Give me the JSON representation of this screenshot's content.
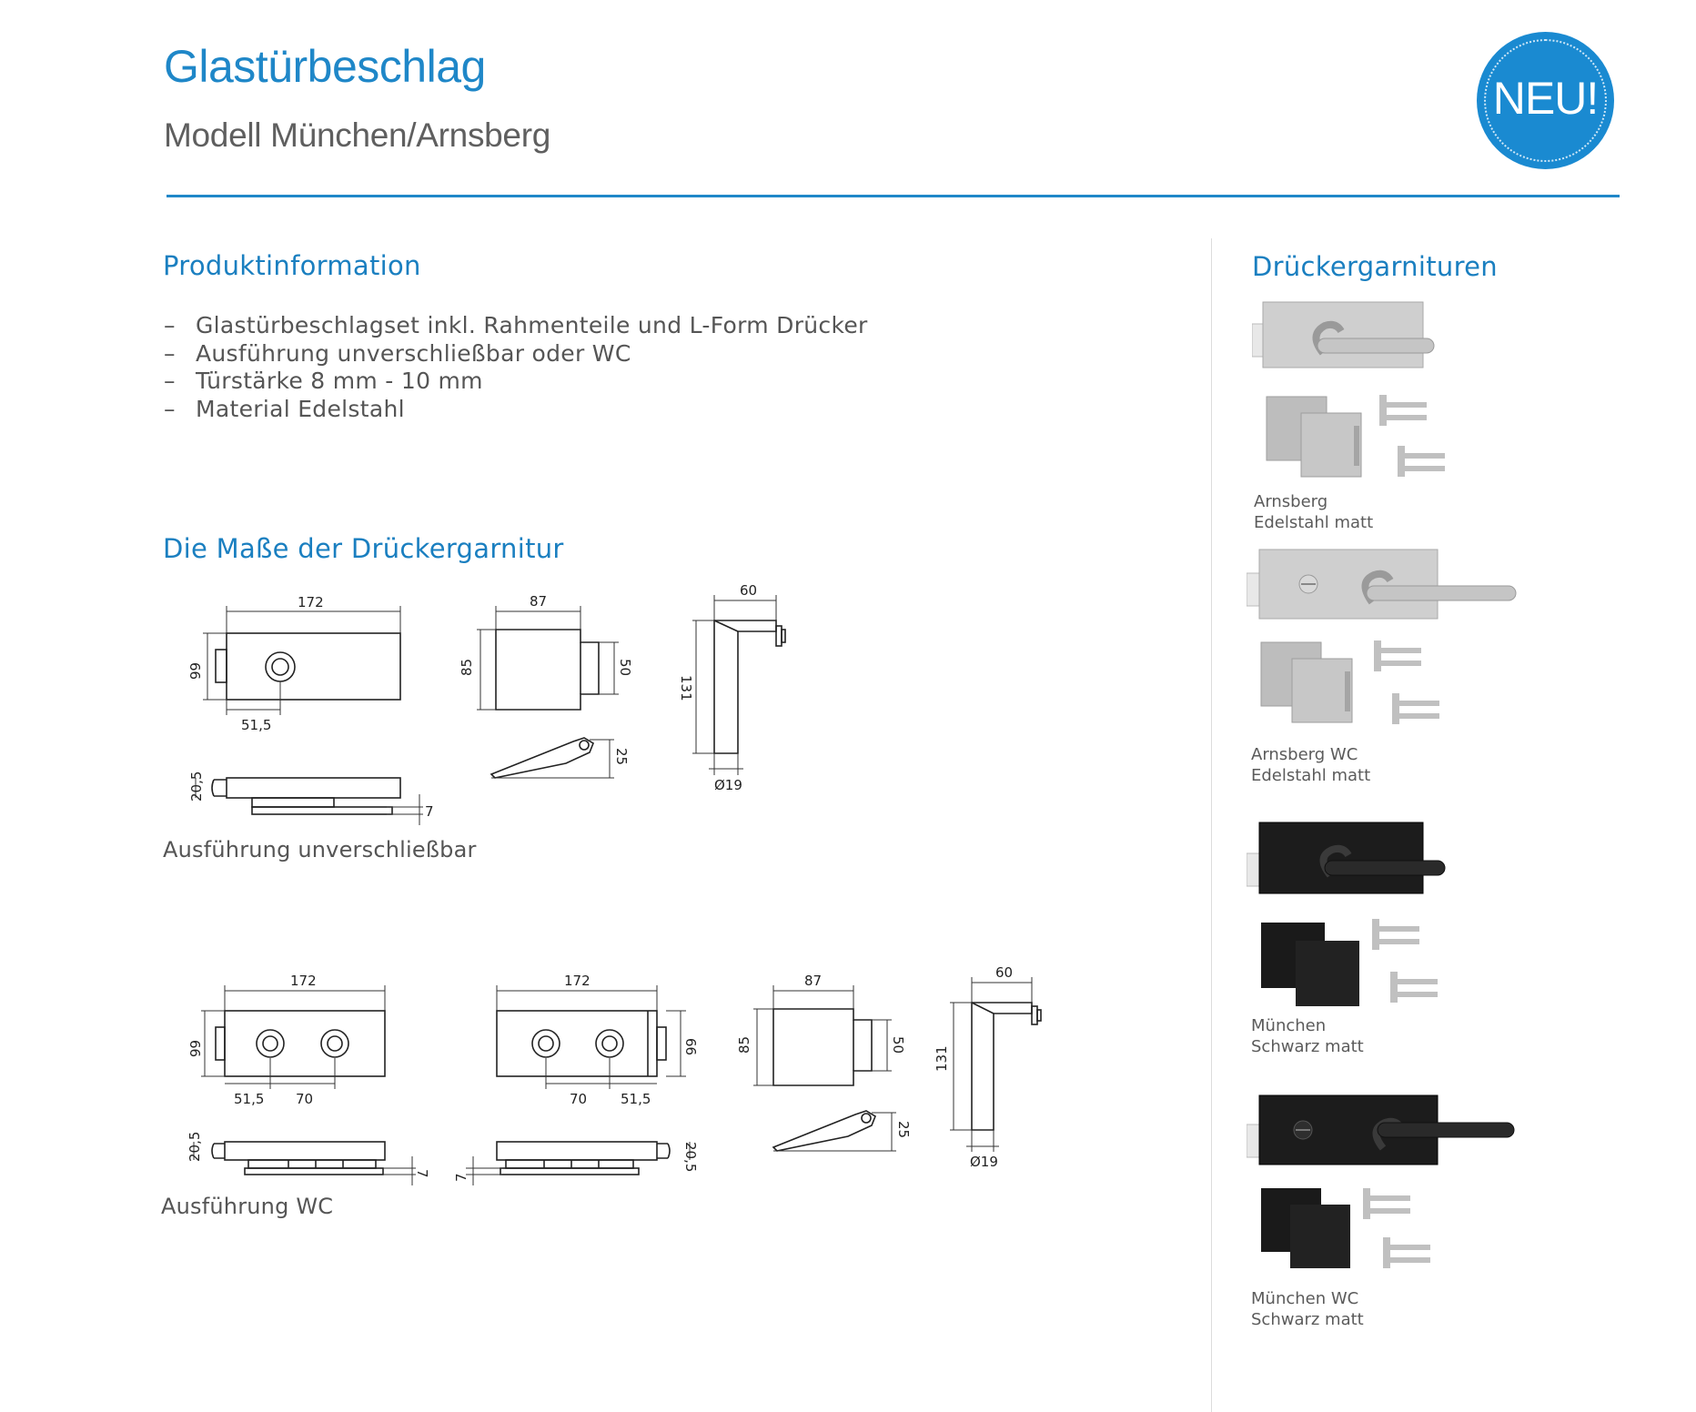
{
  "header": {
    "title": "Glastürbeschlag",
    "subtitle": "Modell München/Arnsberg",
    "badge": "NEU!"
  },
  "product_info": {
    "heading": "Produktinformation",
    "items": [
      "Glastürbeschlagset inkl. Rahmenteile und L-Form Drücker",
      "Ausführung unverschließbar oder WC",
      "Türstärke 8 mm - 10 mm",
      "Material Edelstahl"
    ]
  },
  "dimensions": {
    "heading": "Die Maße der Drückergarnitur",
    "caption_standard": "Ausführung unverschließbar",
    "caption_wc": "Ausführung WC",
    "labels": {
      "d172": "172",
      "d66": "66",
      "d51_5": "51,5",
      "d87": "87",
      "d85": "85",
      "d50": "50",
      "d60": "60",
      "d131": "131",
      "d25": "25",
      "d20_5": "20,5",
      "d7": "7",
      "d19": "Ø19",
      "d70": "70"
    }
  },
  "sets": {
    "heading": "Drückergarnituren",
    "items": [
      {
        "name": "Arnsberg",
        "finish": "Edelstahl matt",
        "color": "#c2c2c2"
      },
      {
        "name": "Arnsberg WC",
        "finish": "Edelstahl matt",
        "color": "#c2c2c2"
      },
      {
        "name": "München",
        "finish": "Schwarz matt",
        "color": "#1a1a1a"
      },
      {
        "name": "München WC",
        "finish": "Schwarz matt",
        "color": "#1a1a1a"
      }
    ]
  }
}
